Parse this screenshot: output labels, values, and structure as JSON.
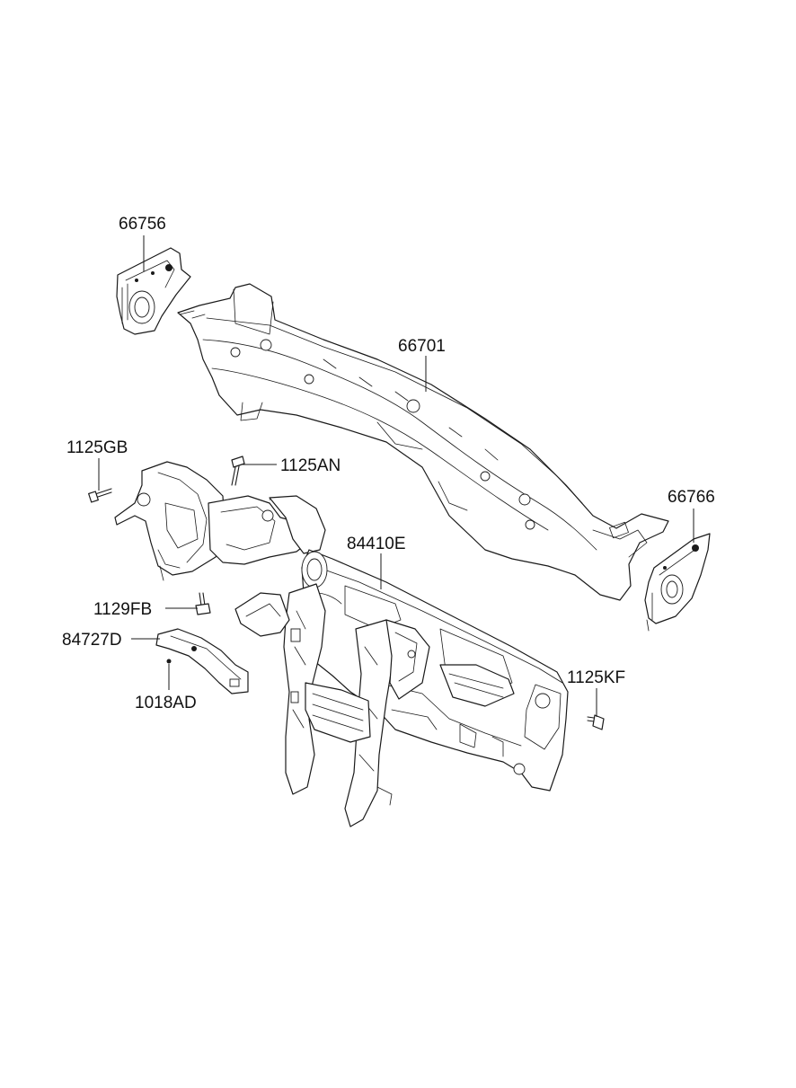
{
  "callouts": [
    {
      "id": "66756",
      "label": "66756"
    },
    {
      "id": "66701",
      "label": "66701"
    },
    {
      "id": "1125GB",
      "label": "1125GB"
    },
    {
      "id": "1125AN",
      "label": "1125AN"
    },
    {
      "id": "66766",
      "label": "66766"
    },
    {
      "id": "84410E",
      "label": "84410E"
    },
    {
      "id": "1129FB",
      "label": "1129FB"
    },
    {
      "id": "84727D",
      "label": "84727D"
    },
    {
      "id": "1018AD",
      "label": "1018AD"
    },
    {
      "id": "1125KF",
      "label": "1125KF"
    }
  ]
}
